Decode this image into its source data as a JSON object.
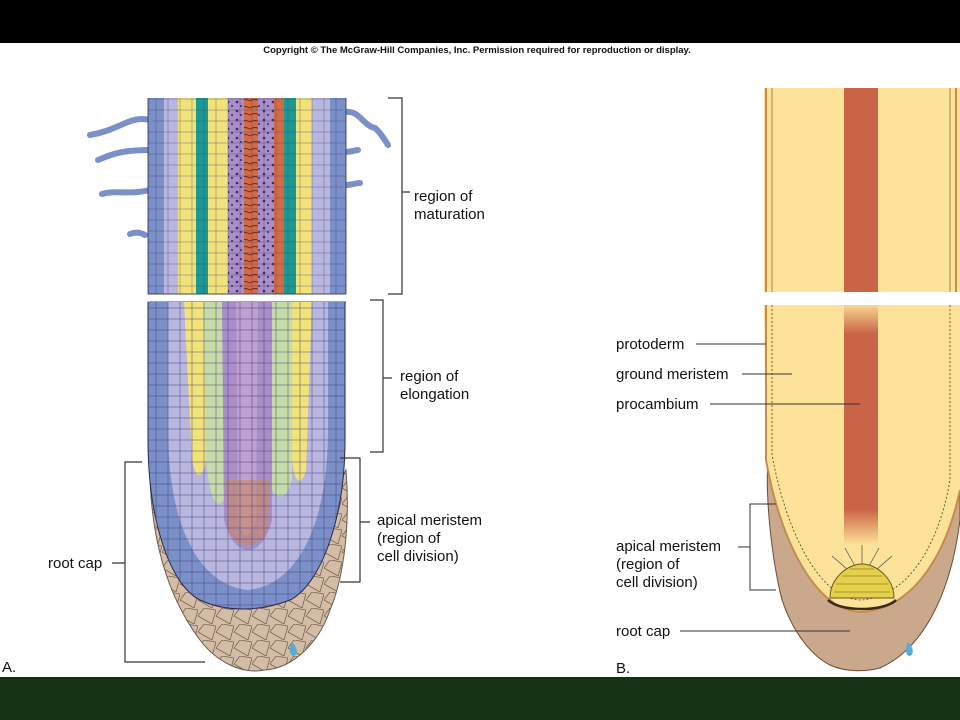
{
  "copyright": "Copyright © The McGraw-Hill Companies, Inc. Permission required for reproduction or display.",
  "panel_a": {
    "letter": "A.",
    "labels": {
      "maturation_line1": "region of",
      "maturation_line2": "maturation",
      "elongation_line1": "region of",
      "elongation_line2": "elongation",
      "apical_line1": "apical meristem",
      "apical_line2": "(region of",
      "apical_line3": "cell division)",
      "root_cap": "root cap"
    }
  },
  "panel_b": {
    "letter": "B.",
    "labels": {
      "protoderm": "protoderm",
      "ground_meristem": "ground meristem",
      "procambium": "procambium",
      "apical_line1": "apical meristem",
      "apical_line2": "(region of",
      "apical_line3": "cell division)",
      "root_cap": "root cap"
    }
  },
  "colors": {
    "slide_background": "#000000",
    "footer_band": "#163216",
    "page": "#ffffff",
    "epidermis": "#7b8fc9",
    "cortex": "#b9b7e0",
    "endodermis": "#f2e27a",
    "phloem": "#1a9a92",
    "xylem": "#d56b45",
    "pith": "#a98ec9",
    "ground_meristem": "#fde39a",
    "procambium": "#c96446",
    "root_cap": "#d4bda6"
  }
}
